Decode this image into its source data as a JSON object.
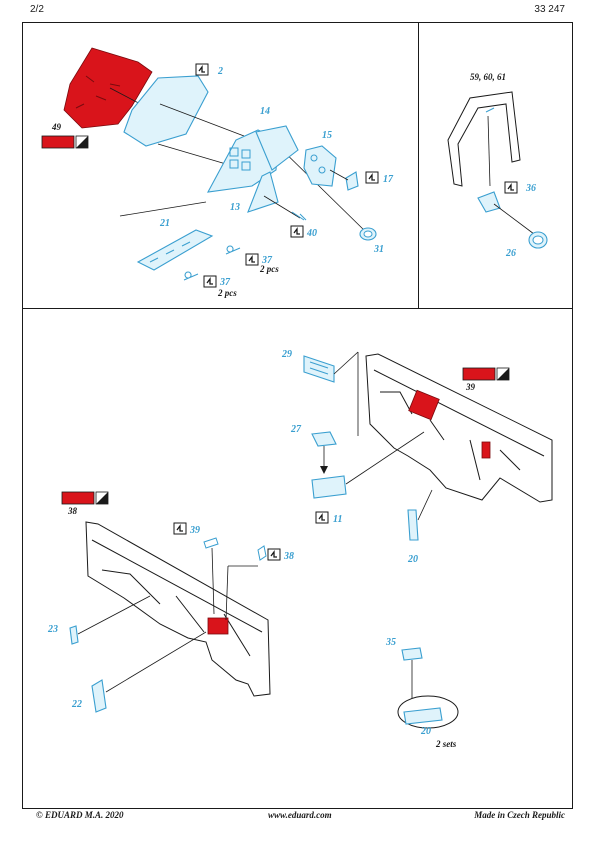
{
  "header": {
    "page": "2/2",
    "code": "33 247"
  },
  "footer": {
    "copyright": "© EDUARD  M.A. 2020",
    "website": "www.eduard.com",
    "origin": "Made in Czech Republic"
  },
  "colors": {
    "part_blue": "#3a9fd0",
    "paint_red": "#d9141b",
    "line": "#1a1a1a"
  },
  "panel_tl": {
    "labels": {
      "n2": "2",
      "n14": "14",
      "n15": "15",
      "n17": "17",
      "n13": "13",
      "n40": "40",
      "n31": "31",
      "n21": "21",
      "n37a": "37",
      "n37b": "37",
      "pcs_a": "2 pcs",
      "pcs_b": "2 pcs",
      "n49": "49"
    }
  },
  "panel_tr": {
    "labels": {
      "models": "59, 60, 61",
      "n36": "36",
      "n26": "26"
    }
  },
  "panel_bottom": {
    "labels": {
      "n29": "29",
      "n39a": "39",
      "n27": "27",
      "n11": "11",
      "n20a": "20",
      "n38a": "38",
      "n39b": "39",
      "n38b": "38",
      "n23": "23",
      "n22": "22",
      "n35": "35",
      "n20b": "20",
      "sets": "2 sets"
    }
  },
  "icons": [
    "bend-icon",
    "paint-icon",
    "fuselage-drawing"
  ]
}
